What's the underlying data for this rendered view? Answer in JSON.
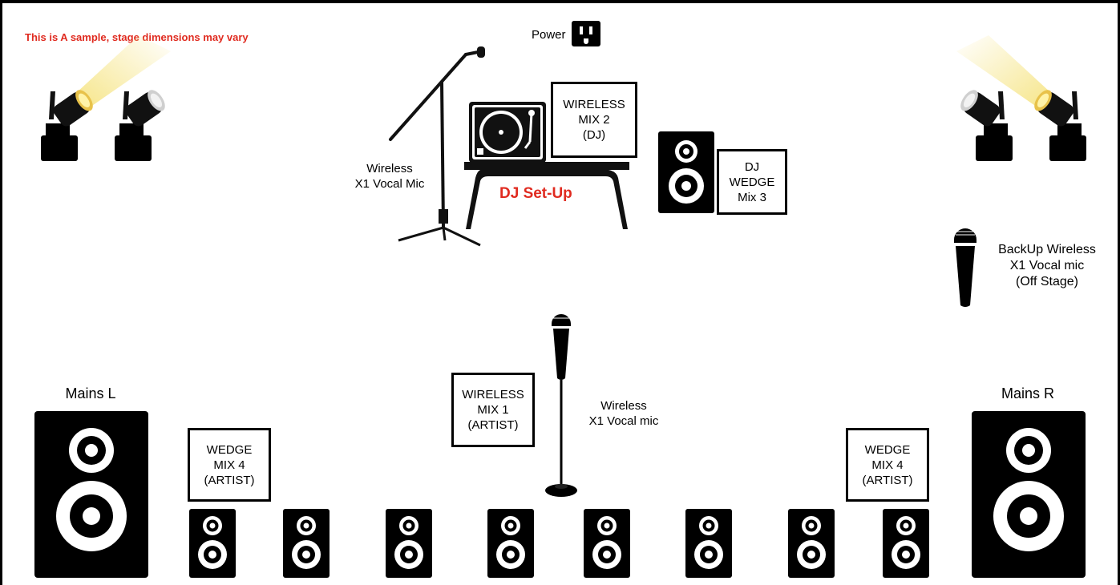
{
  "note": "This is A sample, stage dimensions may vary",
  "power": {
    "label": "Power"
  },
  "dj": {
    "title": "DJ Set-Up",
    "wireless_mix2": [
      "WIRELESS",
      "MIX 2",
      "(DJ)"
    ],
    "wedge_label": [
      "DJ",
      "WEDGE",
      "Mix 3"
    ],
    "mic_label": [
      "Wireless",
      "X1 Vocal Mic"
    ]
  },
  "backup_mic": [
    "BackUp Wireless",
    "X1 Vocal mic",
    "(Off Stage)"
  ],
  "center": {
    "wireless_mix1": [
      "WIRELESS",
      "MIX 1",
      "(ARTIST)"
    ],
    "mic_label": [
      "Wireless",
      "X1 Vocal mic"
    ]
  },
  "wedge_left": [
    "WEDGE",
    "MIX 4",
    "(ARTIST)"
  ],
  "wedge_right": [
    "WEDGE",
    "MIX 4",
    "(ARTIST)"
  ],
  "mains_left": "Mains L",
  "mains_right": "Mains R",
  "colors": {
    "accent_red": "#e02b20",
    "light_beam": "#f5e27a",
    "equipment": "#000000"
  },
  "icons": [
    "stage-light-icon",
    "power-outlet-icon",
    "turntable-icon",
    "mic-stand-icon",
    "handheld-mic-icon",
    "speaker-icon",
    "dj-table-icon"
  ]
}
